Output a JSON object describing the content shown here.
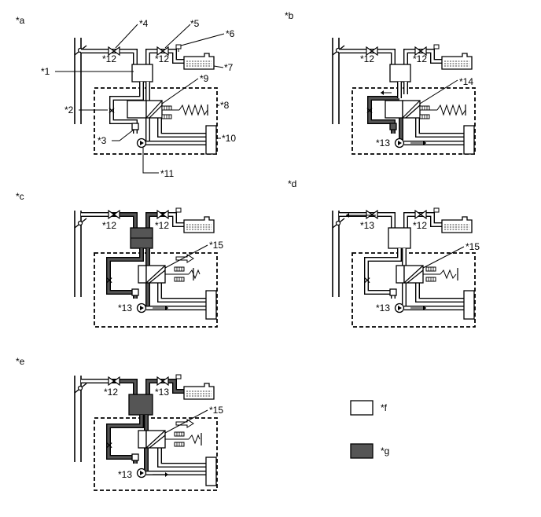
{
  "colors": {
    "white_fluid": "#ffffff",
    "dark_fluid": "#555555",
    "line": "#000000"
  },
  "panels": [
    {
      "id": "a",
      "label": "*a",
      "callouts": [
        "*1",
        "*2",
        "*3",
        "*4",
        "*5",
        "*6",
        "*7",
        "*8",
        "*9",
        "*10",
        "*11"
      ],
      "valve_left": "*12",
      "valve_right": "*12"
    },
    {
      "id": "b",
      "label": "*b",
      "callouts": [
        "*14"
      ],
      "pump": "*13",
      "valve_left": "*12",
      "valve_right": "*12"
    },
    {
      "id": "c",
      "label": "*c",
      "callouts": [
        "*15"
      ],
      "pump": "*13",
      "valve_left": "*12",
      "valve_right": "*12"
    },
    {
      "id": "d",
      "label": "*d",
      "callouts": [
        "*15"
      ],
      "pump": "*13",
      "valve_left": "*13",
      "valve_right": "*12"
    },
    {
      "id": "e",
      "label": "*e",
      "callouts": [
        "*15"
      ],
      "pump": "*13",
      "valve_left": "*12",
      "valve_right": "*13"
    }
  ],
  "legend": [
    {
      "label": "*f",
      "swatch": "white"
    },
    {
      "label": "*g",
      "swatch": "dark"
    }
  ]
}
